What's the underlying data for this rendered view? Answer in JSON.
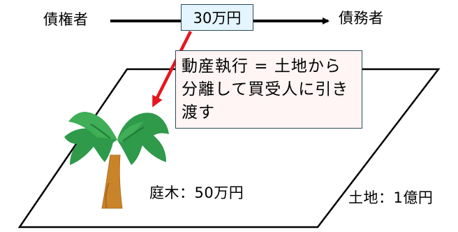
{
  "creditor": "債権者",
  "debtor": "債務者",
  "amount": "30万円",
  "execution_note": "動産執行 = 土地から分離して買受人に引き渡す",
  "tree_label": "庭木：50万円",
  "land_label": "土地：1億円",
  "colors": {
    "arrow": "#000000",
    "pointer_arrow": "#e8141e",
    "amount_box_fill": "#e4f5ff",
    "note_box_fill": "#fff5f5",
    "box_border": "#2a4a5a",
    "tree_foliage": "#2e9a4a",
    "tree_trunk": "#c9842a"
  },
  "icons": {
    "tree": "palm-tree-icon"
  }
}
